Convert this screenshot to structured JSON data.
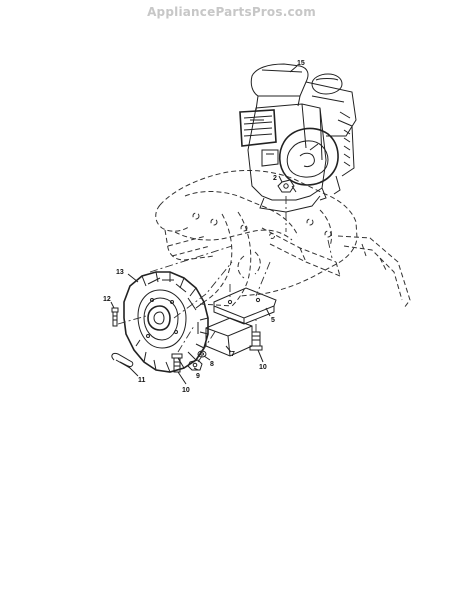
{
  "watermark": "AppliancePartsPros.com",
  "callouts": {
    "c15": "15",
    "c2": "2",
    "c13": "13",
    "c12": "12",
    "c5": "5",
    "c10a": "10",
    "c10b": "10",
    "c7": "7",
    "c8": "8",
    "c9": "9",
    "c11": "11"
  }
}
